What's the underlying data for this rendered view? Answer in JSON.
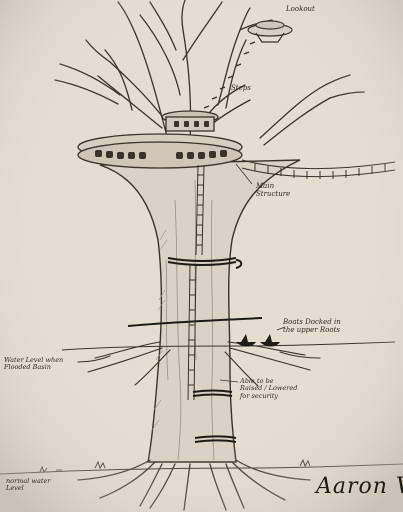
{
  "labels": {
    "lookout": "Lookout",
    "steps": "Steps",
    "main_structure": [
      "Main",
      "Structure"
    ],
    "boats": [
      "Boats Docked in",
      "the upper Roots"
    ],
    "water_flooded": [
      "Water Level when",
      "Flooded Basin"
    ],
    "able_to_be": [
      "Able to be",
      "Raised / Lowered",
      "for security"
    ],
    "normal_water": [
      "normal water",
      "Level"
    ]
  },
  "signature": "Aaron V.",
  "colors": {
    "paper": "#e4ddd0",
    "pencil": "#3a332c",
    "shade": "#9a9084",
    "dark": "#1f1b17"
  }
}
